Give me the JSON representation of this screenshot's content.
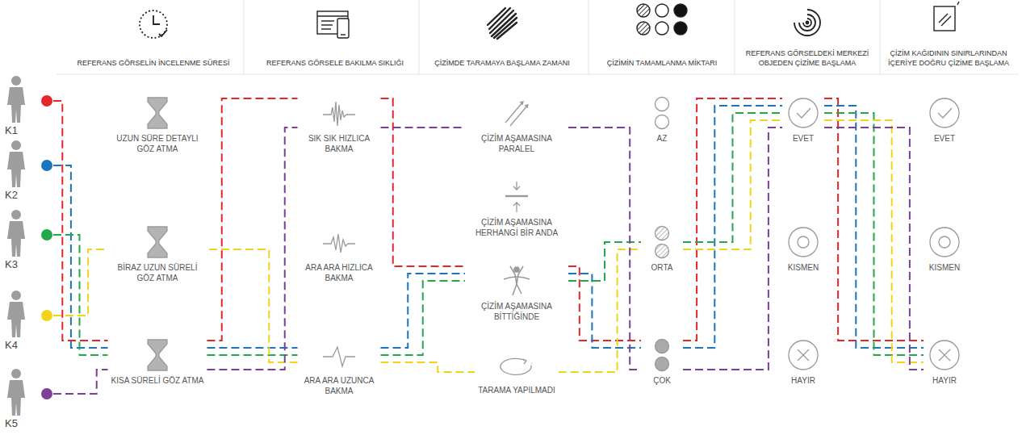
{
  "diagram": {
    "nodes": [
      {
        "text": [
          "K1"
        ]
      },
      {
        "text": [
          "K2"
        ]
      },
      {
        "text": [
          "K3"
        ]
      },
      {
        "text": [
          "K4"
        ]
      },
      {
        "text": [
          "K5"
        ]
      },
      {
        "text": [
          "UZUN SÜRE DETAYLI GÖZ ATMA"
        ]
      },
      {
        "text": [
          "BİRAZ UZUN SÜRELİ GÖZ ATMA"
        ]
      },
      {
        "text": [
          "KISA SÜRELİ GÖZ ATMA"
        ]
      },
      {
        "text": [
          "SIK SIK HIZLICA BAKMA"
        ]
      },
      {
        "text": [
          "ARA ARA HIZLICA BAKMA"
        ]
      },
      {
        "text": [
          "ARA ARA UZUNCA BAKMA"
        ]
      },
      {
        "text": [
          "ÇİZİM AŞAMASINA PARALEL"
        ]
      },
      {
        "text": [
          "ÇİZİM AŞAMASINA HERHANGİ BİR ANDA"
        ]
      },
      {
        "text": [
          "ÇİZİM AŞAMASINA BİTTİĞİNDE"
        ]
      },
      {
        "text": [
          "TARAMA YAPILMADI"
        ]
      },
      {
        "text": [
          "AZ"
        ]
      },
      {
        "text": [
          "ORTA"
        ]
      },
      {
        "text": [
          "ÇOK"
        ]
      },
      {
        "text": [
          "EVET"
        ]
      },
      {
        "text": [
          "KISMEN"
        ]
      },
      {
        "text": [
          "HAYIR"
        ]
      },
      {
        "text": [
          "EVET"
        ]
      },
      {
        "text": [
          "KISMEN"
        ]
      },
      {
        "text": [
          "HAYIR"
        ]
      }
    ],
    "edges": [
      {
        "from": 0,
        "to": 7,
        "arrow": "none"
      },
      {
        "from": 7,
        "to": 8,
        "arrow": "none"
      },
      {
        "from": 8,
        "to": 13,
        "arrow": "none"
      },
      {
        "from": 13,
        "to": 17,
        "arrow": "none"
      },
      {
        "from": 17,
        "to": 18,
        "arrow": "none"
      },
      {
        "from": 18,
        "to": 23,
        "arrow": "none"
      },
      {
        "from": 1,
        "to": 7,
        "arrow": "none"
      },
      {
        "from": 7,
        "to": 10,
        "arrow": "none"
      },
      {
        "from": 10,
        "to": 13,
        "arrow": "none"
      },
      {
        "from": 13,
        "to": 17,
        "arrow": "none"
      },
      {
        "from": 17,
        "to": 18,
        "arrow": "none"
      },
      {
        "from": 18,
        "to": 23,
        "arrow": "none"
      },
      {
        "from": 2,
        "to": 7,
        "arrow": "none"
      },
      {
        "from": 7,
        "to": 10,
        "arrow": "none"
      },
      {
        "from": 10,
        "to": 13,
        "arrow": "none"
      },
      {
        "from": 13,
        "to": 16,
        "arrow": "none"
      },
      {
        "from": 16,
        "to": 18,
        "arrow": "none"
      },
      {
        "from": 18,
        "to": 23,
        "arrow": "none"
      },
      {
        "from": 3,
        "to": 6,
        "arrow": "none"
      },
      {
        "from": 6,
        "to": 10,
        "arrow": "none"
      },
      {
        "from": 10,
        "to": 14,
        "arrow": "none"
      },
      {
        "from": 14,
        "to": 16,
        "arrow": "none"
      },
      {
        "from": 16,
        "to": 18,
        "arrow": "none"
      },
      {
        "from": 18,
        "to": 23,
        "arrow": "none"
      },
      {
        "from": 4,
        "to": 7,
        "arrow": "none"
      },
      {
        "from": 7,
        "to": 8,
        "arrow": "none"
      },
      {
        "from": 8,
        "to": 11,
        "arrow": "none"
      },
      {
        "from": 11,
        "to": 17,
        "arrow": "none"
      },
      {
        "from": 17,
        "to": 18,
        "arrow": "none"
      },
      {
        "from": 18,
        "to": 23,
        "arrow": "none"
      }
    ],
    "labels": [
      "REFERANS GÖRSELİN İNCELENME SÜRESİ",
      "REFERANS GÖRSELE BAKILMA SIKLIĞI",
      "ÇİZİMDE TARAMAYA BAŞLAMA ZAMANI",
      "ÇİZİMİN TAMAMLANMA MİKTARI",
      "REFERANS GÖRSELDEKİ MERKEZİ OBJEDEN ÇİZİME BAŞLAMA",
      "ÇİZİM KAĞIDININ SINIRLARINDAN İÇERİYE DOĞRU ÇİZİME BAŞLAMA"
    ]
  }
}
